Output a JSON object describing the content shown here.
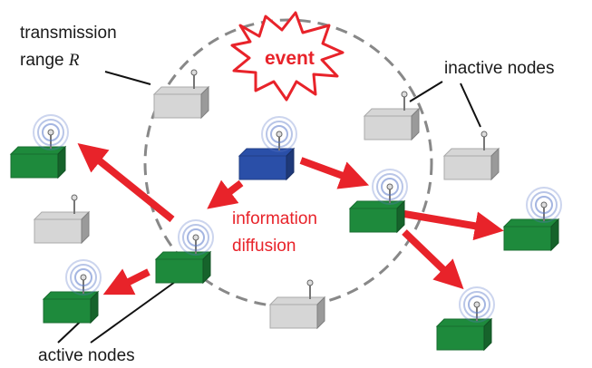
{
  "labels": {
    "transmission_line1": "transmission",
    "transmission_line2": "range",
    "transmission_symbol": "R",
    "event": "event",
    "inactive_nodes": "inactive nodes",
    "info_line1": "information",
    "info_line2": "diffusion",
    "active_nodes": "active nodes"
  },
  "colors": {
    "active": "#1e8a3c",
    "inactive": "#d6d6d6",
    "source": "#2a4fa8",
    "arrow": "#e8232a",
    "range_circle": "#888888",
    "signal": "#5a78c8"
  },
  "nodes": [
    {
      "id": "inactive-top",
      "state": "inactive",
      "signal": false
    },
    {
      "id": "inactive-right-1",
      "state": "inactive",
      "signal": false
    },
    {
      "id": "inactive-right-2",
      "state": "inactive",
      "signal": false
    },
    {
      "id": "inactive-left",
      "state": "inactive",
      "signal": false
    },
    {
      "id": "inactive-bottom",
      "state": "inactive",
      "signal": false
    },
    {
      "id": "source",
      "state": "source",
      "signal": true
    },
    {
      "id": "active-mid-right",
      "state": "active",
      "signal": true
    },
    {
      "id": "active-center",
      "state": "active",
      "signal": true
    },
    {
      "id": "active-far-left",
      "state": "active",
      "signal": true
    },
    {
      "id": "active-bottom-left",
      "state": "active",
      "signal": true
    },
    {
      "id": "active-far-right",
      "state": "active",
      "signal": true
    },
    {
      "id": "active-bottom-right",
      "state": "active",
      "signal": true
    }
  ]
}
